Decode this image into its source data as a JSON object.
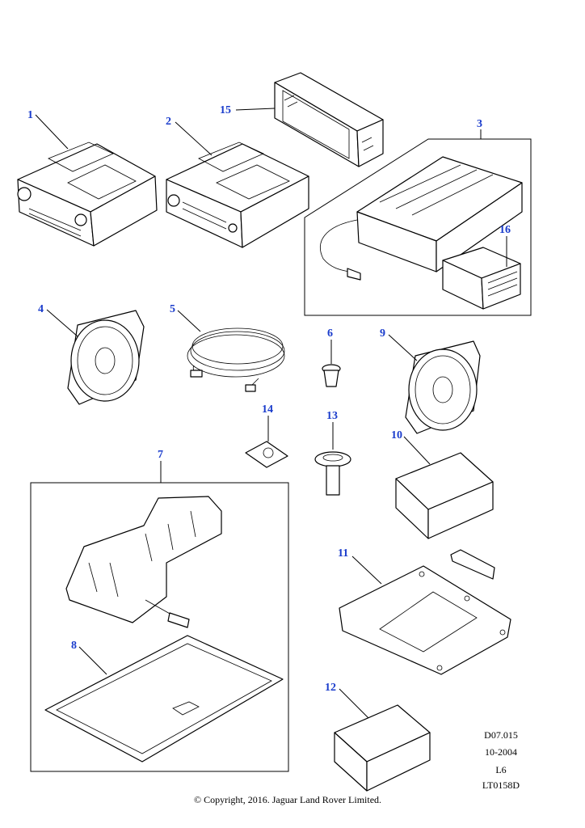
{
  "callouts": {
    "c1": "1",
    "c2": "2",
    "c3": "3",
    "c4": "4",
    "c5": "5",
    "c6": "6",
    "c7": "7",
    "c8": "8",
    "c9": "9",
    "c10": "10",
    "c11": "11",
    "c12": "12",
    "c13": "13",
    "c14": "14",
    "c15": "15",
    "c16": "16"
  },
  "reference": {
    "line1": "D07.015",
    "line2": "10-2004",
    "line3": "L6",
    "line4": "LT0158D"
  },
  "copyright": "© Copyright, 2016. Jaguar Land Rover Limited.",
  "colors": {
    "callout": "#1a3ccc",
    "line": "#000000"
  }
}
